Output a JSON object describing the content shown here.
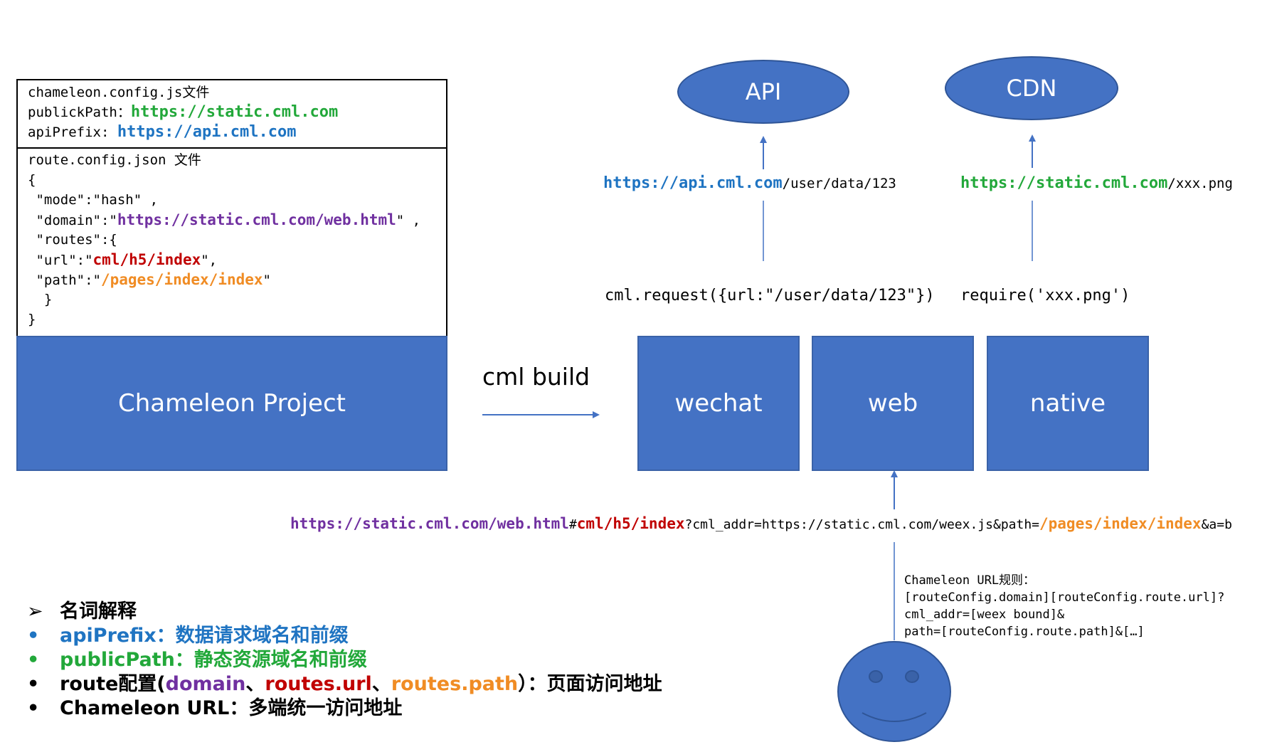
{
  "config_box": {
    "line1_code": "chameleon.config.js",
    "line1_cn": "文件",
    "public_label": "publickPath：",
    "public_value": "https://static.cml.com",
    "api_label": "apiPrefix: ",
    "api_value": "https://api.cml.com"
  },
  "route_box": {
    "title_code": "route.config.json ",
    "title_cn": "文件",
    "open_brace": "{",
    "mode_line": " \"mode\":\"hash\" ,",
    "domain_key": " \"domain\":\"",
    "domain_value": "https://static.cml.com/web.html",
    "domain_end": "\" ,",
    "routes_line": " \"routes\":{",
    "url_key": " \"url\":\"",
    "url_value": "cml/h5/index",
    "url_end": "\",",
    "path_key": " \"path\":\"",
    "path_value": "/pages/index/index",
    "path_end": "\"",
    "inner_close": "  }",
    "outer_close": "}"
  },
  "project_box": {
    "label": "Chameleon Project"
  },
  "build_label": "cml build",
  "targets": {
    "wechat": "wechat",
    "web": "web",
    "native": "native"
  },
  "ellipses": {
    "api": "API",
    "cdn": "CDN"
  },
  "api_url": {
    "base": "https://api.cml.com",
    "path": "/user/data/123"
  },
  "cdn_url": {
    "base": "https://static.cml.com",
    "path": "/xxx.png"
  },
  "calls": {
    "request": "cml.request({url:\"/user/data/123\"})",
    "require": "require('xxx.png')"
  },
  "full_url": {
    "domain": "https://static.cml.com/web.html",
    "hash": "#",
    "route": "cml/h5/index",
    "query": "?cml_addr=https://static.cml.com/weex.js&path=",
    "path": "/pages/index/index",
    "tail": "&a=b"
  },
  "url_rule": {
    "line1": "Chameleon URL规则：",
    "line2": "[routeConfig.domain][routeConfig.route.url]?",
    "line3": "cml_addr=[weex bound]&",
    "line4": "path=[routeConfig.route.path]&[…]"
  },
  "glossary": {
    "arrow_bullet": "➢",
    "dot_bullet": "•",
    "heading": "名词解释",
    "item1": "apiPrefix：数据请求域名和前缀",
    "item2": "publicPath：静态资源域名和前缀",
    "item3_a": "route配置(",
    "item3_domain": "domain",
    "item3_sep1": "、",
    "item3_url": "routes.url",
    "item3_sep2": "、",
    "item3_path": "routes.path",
    "item3_b": "）：页面访问地址",
    "item4": "Chameleon URL：多端统一访问地址"
  },
  "colors": {
    "box_blue": "#4472c4",
    "green": "#22a83a",
    "blue": "#1f74c2",
    "purple": "#7030a0",
    "red": "#c00000",
    "orange": "#f08c24"
  }
}
